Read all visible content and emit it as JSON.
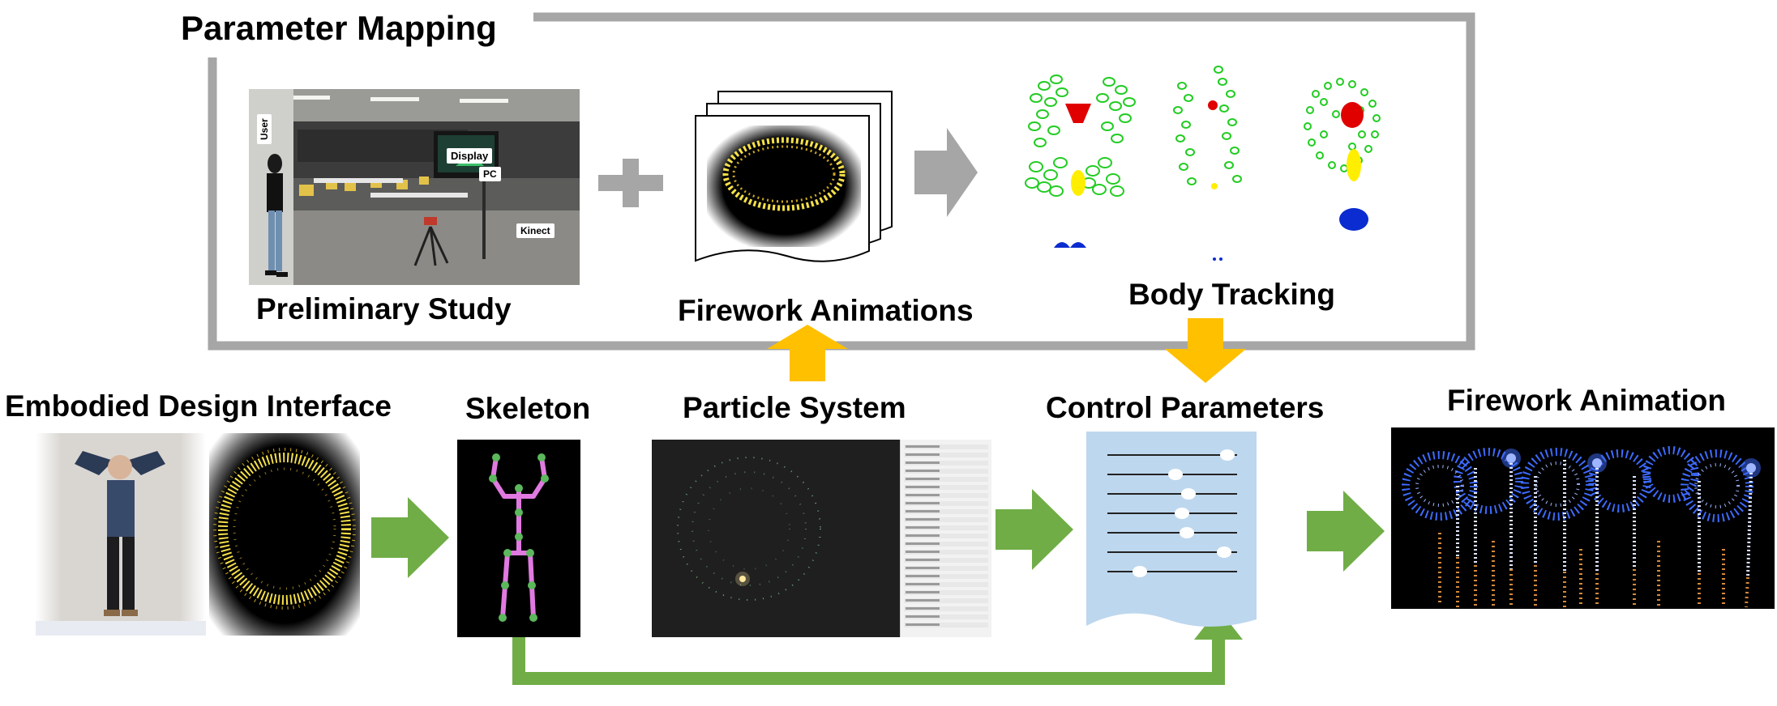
{
  "labels": {
    "parameter_mapping": "Parameter Mapping",
    "preliminary_study": "Preliminary Study",
    "firework_animations": "Firework Animations",
    "body_tracking": "Body Tracking",
    "embodied_design_interface": "Embodied Design Interface",
    "skeleton": "Skeleton",
    "particle_system": "Particle System",
    "control_parameters": "Control Parameters",
    "firework_animation": "Firework Animation"
  },
  "photo_tags": {
    "user": "User",
    "display": "Display",
    "pc": "PC",
    "kinect": "Kinect"
  },
  "colors": {
    "frame_gray": "#a6a6a6",
    "arrow_green": "#70ad47",
    "arrow_yellow": "#ffc000",
    "tracking_green": "#22cc22",
    "tracking_red": "#e00000",
    "tracking_yellow": "#ffee00",
    "tracking_blue": "#0a2cd0",
    "doc_blue": "#bdd7ee",
    "skeleton_pink": "#e07ae0",
    "skeleton_joint": "#5cb85c",
    "firework_gold": "#f5e04a",
    "firework_blue": "#3d6bff"
  },
  "icons": [
    "plus-icon",
    "gray-arrow-right-icon",
    "green-arrow-right-icon",
    "yellow-arrow-up-icon",
    "yellow-arrow-down-icon",
    "green-bent-arrow-icon",
    "document-icon",
    "stacked-pages-icon"
  ]
}
